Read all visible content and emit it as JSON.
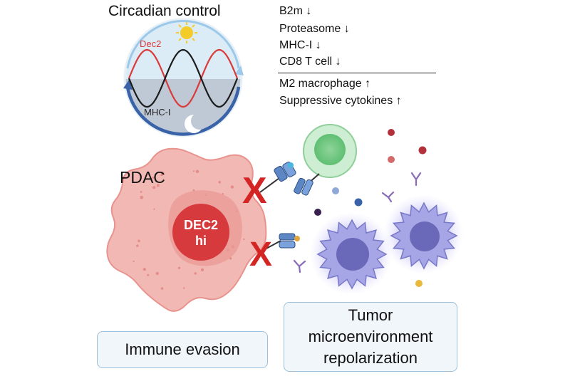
{
  "title": "Circadian control",
  "clock": {
    "wave_label_top": "Dec2",
    "wave_label_bottom": "MHC-I",
    "colors": {
      "dec2_wave": "#d93a3a",
      "mhc_wave": "#1c1c1c",
      "day": "#dcecf7",
      "night": "#bfc9d6",
      "ring": "#3a62a8"
    }
  },
  "effects_down": [
    "B2m ↓",
    "Proteasome ↓",
    "MHC-I ↓",
    "CD8 T cell ↓"
  ],
  "effects_up": [
    "M2 macrophage ↑",
    "Suppressive cytokines ↑"
  ],
  "tumor_cell": {
    "label": "PDAC",
    "nucleus_label_line1": "DEC2",
    "nucleus_label_line2": "hi",
    "colors": {
      "cell": "#f2b8b4",
      "cell_edge": "#e8938e",
      "nucleus": "#e9928e",
      "core": "#d63a3c"
    }
  },
  "blocked_mark": "X",
  "colors": {
    "blocked": "#d42525",
    "t_cell": "#b8e4be",
    "macrophage": "#8e8ed8",
    "receptor": "#5d86c4"
  },
  "boxes": {
    "immune_evasion": "Immune evasion",
    "tumor_line1": "Tumor",
    "tumor_line2": "microenvironment",
    "tumor_line3": "repolarization"
  }
}
